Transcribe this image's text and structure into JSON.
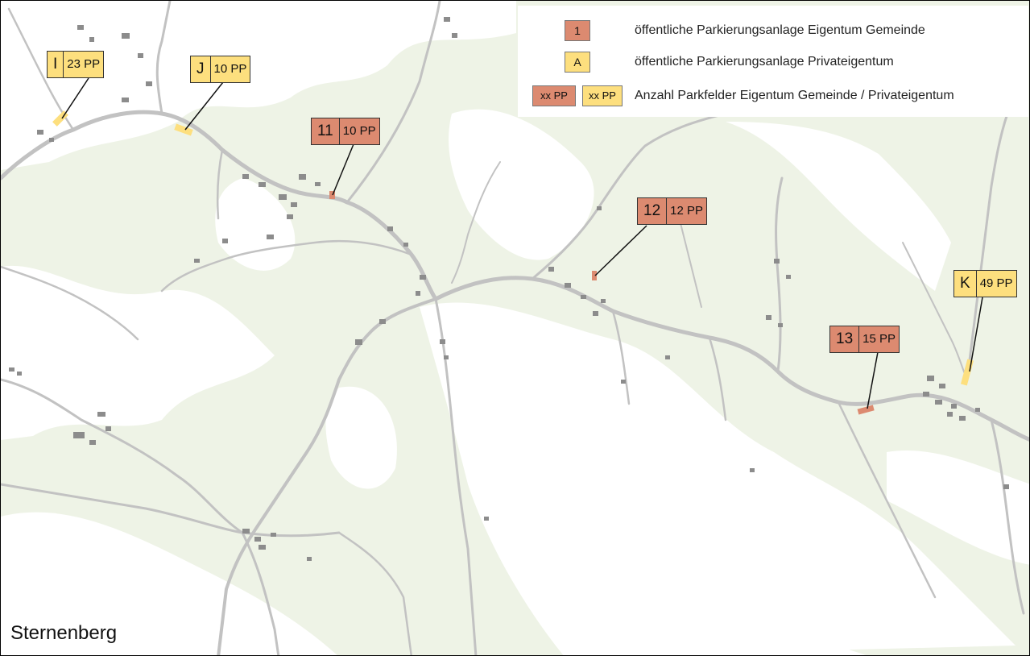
{
  "legend": {
    "items": [
      {
        "swatch": "1",
        "text": "öffentliche Parkierungsanlage Eigentum Gemeinde",
        "color": "#dc8a70"
      },
      {
        "swatch": "A",
        "text": "öffentliche Parkierungsanlage Privateigentum",
        "color": "#fddf7e"
      }
    ],
    "count_row": {
      "swatch_public": "xx PP",
      "swatch_private": "xx PP",
      "text": "Anzahl Parkfelder Eigentum Gemeinde / Privateigentum"
    }
  },
  "parking": [
    {
      "id": "I",
      "pp": "23 PP",
      "ownership": "private"
    },
    {
      "id": "J",
      "pp": "10 PP",
      "ownership": "private"
    },
    {
      "id": "11",
      "pp": "10 PP",
      "ownership": "public"
    },
    {
      "id": "12",
      "pp": "12 PP",
      "ownership": "public"
    },
    {
      "id": "13",
      "pp": "15 PP",
      "ownership": "public"
    },
    {
      "id": "K",
      "pp": "49 PP",
      "ownership": "private"
    }
  ],
  "place_name": "Sternenberg",
  "colors": {
    "public": "#dc8a70",
    "private": "#fddf7e",
    "forest": "#eef3e6",
    "open_land": "#ffffff",
    "road": "#bfbfbf",
    "building": "#8c8c8c"
  }
}
